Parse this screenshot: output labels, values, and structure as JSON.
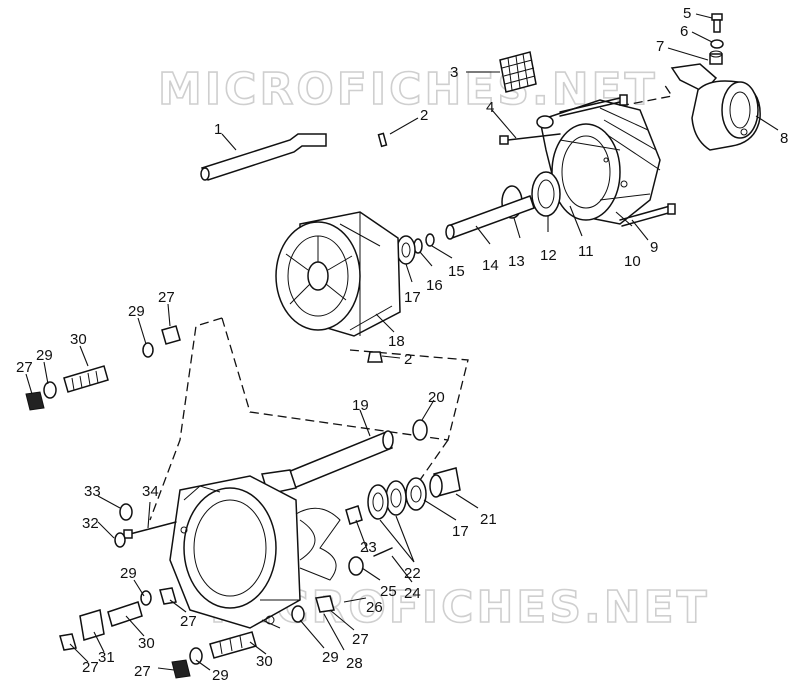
{
  "watermarks": [
    "MICROFICHES.NET",
    "MICROFICHES.NET"
  ],
  "callouts": {
    "c1": "1",
    "c2a": "2",
    "c2b": "2",
    "c3": "3",
    "c4": "4",
    "c5": "5",
    "c6": "6",
    "c7": "7",
    "c8": "8",
    "c9": "9",
    "c10": "10",
    "c11": "11",
    "c12": "12",
    "c13": "13",
    "c14": "14",
    "c15": "15",
    "c16": "16",
    "c17a": "17",
    "c17b": "17",
    "c18": "18",
    "c19": "19",
    "c20": "20",
    "c21": "21",
    "c22": "22",
    "c23": "23",
    "c24": "24",
    "c25": "25",
    "c26": "26",
    "c27a": "27",
    "c27b": "27",
    "c27c": "27",
    "c27d": "27",
    "c27e": "27",
    "c27f": "27",
    "c28": "28",
    "c29a": "29",
    "c29b": "29",
    "c29c": "29",
    "c29d": "29",
    "c29e": "29",
    "c30a": "30",
    "c30b": "30",
    "c30c": "30",
    "c31": "31",
    "c32": "32",
    "c33": "33",
    "c34": "34"
  }
}
